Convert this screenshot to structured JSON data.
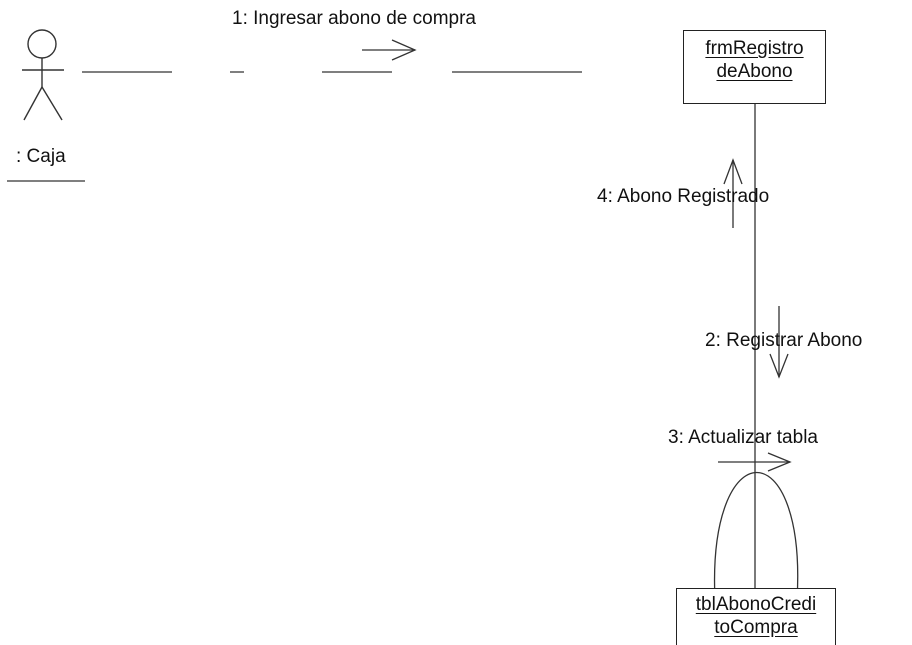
{
  "actor": {
    "name": ": Caja"
  },
  "objects": {
    "form": {
      "line1": "frmRegistro",
      "line2": "deAbono"
    },
    "table": {
      "line1": "tblAbonoCredi",
      "line2": "toCompra"
    }
  },
  "messages": [
    {
      "number": 1,
      "label": "1: Ingresar abono de compra"
    },
    {
      "number": 2,
      "label": "2: Registrar Abono"
    },
    {
      "number": 3,
      "label": "3: Actualizar tabla"
    },
    {
      "number": 4,
      "label": "4: Abono Registrado"
    }
  ]
}
